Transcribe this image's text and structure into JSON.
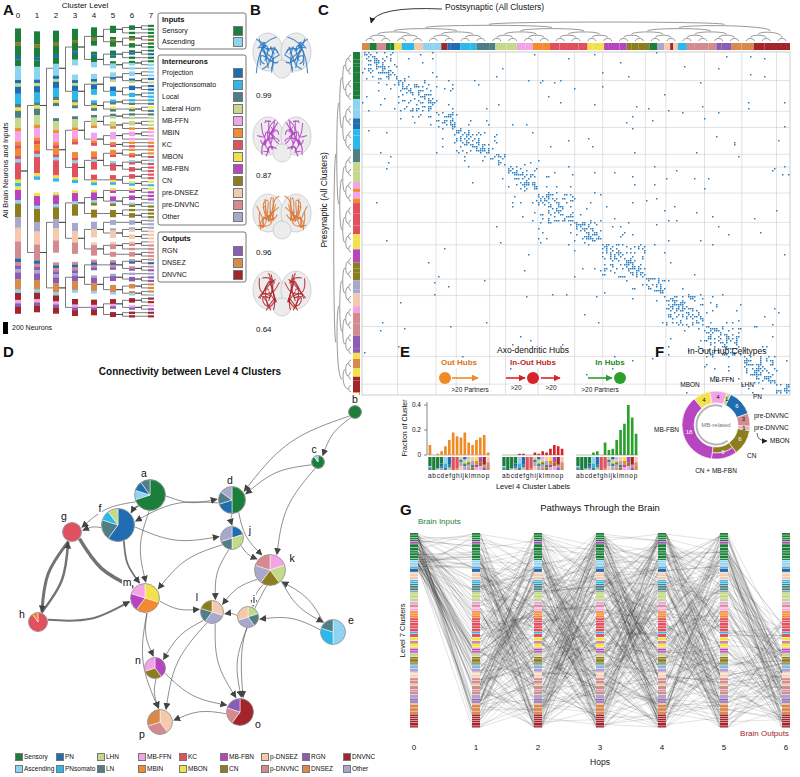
{
  "diagram": {
    "nodes": [
      {
        "text": [
          "a"
        ]
      },
      {
        "text": [
          "b"
        ]
      },
      {
        "text": [
          "c"
        ]
      },
      {
        "text": [
          "d"
        ]
      },
      {
        "text": [
          "e"
        ]
      },
      {
        "text": [
          "f"
        ]
      },
      {
        "text": [
          "g"
        ]
      },
      {
        "text": [
          "h"
        ]
      },
      {
        "text": [
          "i"
        ]
      },
      {
        "text": [
          "j"
        ]
      },
      {
        "text": [
          "k"
        ]
      },
      {
        "text": [
          "l"
        ]
      },
      {
        "text": [
          "m"
        ]
      },
      {
        "text": [
          "n"
        ]
      },
      {
        "text": [
          "o"
        ]
      },
      {
        "text": [
          "p"
        ]
      },
      {
        "text": [
          "Out Hubs",
          ">20 Partners"
        ]
      },
      {
        "text": [
          "In-Out Hubs",
          ">20",
          ">20"
        ]
      },
      {
        "text": [
          "In Hubs",
          ">20 Partners"
        ]
      }
    ],
    "edges": [
      {
        "from": 1,
        "to": 2,
        "arrow": "to"
      },
      {
        "from": 1,
        "to": 3,
        "arrow": "to"
      },
      {
        "from": 2,
        "to": 3,
        "arrow": "to"
      },
      {
        "from": 2,
        "to": 10,
        "arrow": "to"
      },
      {
        "from": 0,
        "to": 5,
        "arrow": "to"
      },
      {
        "from": 0,
        "to": 3,
        "arrow": "to"
      },
      {
        "from": 0,
        "to": 6,
        "arrow": "to"
      },
      {
        "from": 0,
        "to": 12,
        "arrow": "to"
      },
      {
        "from": 3,
        "to": 9,
        "arrow": "to"
      },
      {
        "from": 3,
        "to": 10,
        "arrow": "to"
      },
      {
        "from": 3,
        "to": 5,
        "arrow": "to"
      },
      {
        "from": 5,
        "to": 9,
        "arrow": "to"
      },
      {
        "from": 5,
        "to": 12,
        "arrow": "to"
      },
      {
        "from": 5,
        "to": 6,
        "arrow": "to"
      },
      {
        "from": 6,
        "to": 7,
        "arrow": "to"
      },
      {
        "from": 7,
        "to": 6,
        "arrow": "to"
      },
      {
        "from": 6,
        "to": 12,
        "arrow": "to"
      },
      {
        "from": 7,
        "to": 12,
        "arrow": "to"
      },
      {
        "from": 9,
        "to": 10,
        "arrow": "to"
      },
      {
        "from": 9,
        "to": 12,
        "arrow": "to"
      },
      {
        "from": 9,
        "to": 11,
        "arrow": "to"
      },
      {
        "from": 10,
        "to": 11,
        "arrow": "to"
      },
      {
        "from": 10,
        "to": 8,
        "arrow": "to"
      },
      {
        "from": 10,
        "to": 4,
        "arrow": "to"
      },
      {
        "from": 4,
        "to": 8,
        "arrow": "to"
      },
      {
        "from": 4,
        "to": 10,
        "arrow": "to"
      },
      {
        "from": 8,
        "to": 11,
        "arrow": "to"
      },
      {
        "from": 8,
        "to": 14,
        "arrow": "to"
      },
      {
        "from": 11,
        "to": 13,
        "arrow": "to"
      },
      {
        "from": 11,
        "to": 14,
        "arrow": "to"
      },
      {
        "from": 12,
        "to": 13,
        "arrow": "to"
      },
      {
        "from": 12,
        "to": 15,
        "arrow": "to"
      },
      {
        "from": 13,
        "to": 15,
        "arrow": "to"
      },
      {
        "from": 13,
        "to": 14,
        "arrow": "to"
      },
      {
        "from": 10,
        "to": 14,
        "arrow": "to"
      },
      {
        "from": 11,
        "to": 15,
        "arrow": "to"
      },
      {
        "from": 14,
        "to": 15,
        "arrow": "to"
      },
      {
        "from": 12,
        "to": 11,
        "arrow": "to"
      }
    ],
    "labels": [
      "A",
      "Cluster Level",
      "0",
      "1",
      "2",
      "3",
      "4",
      "5",
      "6",
      "7",
      "All Brain Neurons and Inputs",
      "200 Neurons",
      "Inputs",
      "Interneurons",
      "Outputs",
      "B",
      "0.99",
      "0.87",
      "0.96",
      "0.64",
      "C",
      "Postsynaptic (All Clusters)",
      "Presynaptic (All Clusters)",
      "D",
      "Connectivity between Level 4 Clusters",
      "E",
      "Axo-dendritic Hubs",
      "Fraction of Cluster",
      "0.4",
      "0.2",
      "0",
      "abcdefghijklmnop",
      "abcdefghijklmnop",
      "abcdefghijklmnop",
      "Level 4 Cluster Labels",
      "F",
      "In-Out Hub Celltypes",
      "MB-related",
      "4",
      "4",
      "1",
      "6",
      "3",
      "1",
      "6",
      "6",
      "18",
      "MBON",
      "MB-FFN",
      "LHN",
      "PN",
      "pre-DNVNC",
      "pre-DNVNC",
      "MBON",
      "CN",
      "CN + MB-FBN",
      "MB-FBN",
      "G",
      "Pathways Through the Brain",
      "Brain Inputs",
      "Level 7 Clusters",
      "Brain Outputs",
      "0",
      "1",
      "2",
      "3",
      "4",
      "5",
      "6",
      "Hops"
    ],
    "legend": [
      {
        "text": "Sensory",
        "color": "#1b7f3b"
      },
      {
        "text": "Ascending",
        "color": "#8ed3f0"
      },
      {
        "text": "Projection",
        "color": "#1f6cb0"
      },
      {
        "text": "Projectionsomato",
        "color": "#2cb8ea"
      },
      {
        "text": "Local",
        "color": "#4f7f86"
      },
      {
        "text": "Lateral Horn",
        "color": "#c5d98b"
      },
      {
        "text": "MB-FFN",
        "color": "#f5a3e8"
      },
      {
        "text": "MBIN",
        "color": "#f28b30"
      },
      {
        "text": "KC",
        "color": "#e0505e"
      },
      {
        "text": "MBON",
        "color": "#f3e14b"
      },
      {
        "text": "MB-FBN",
        "color": "#b745c0"
      },
      {
        "text": "CN",
        "color": "#8c7d1e"
      },
      {
        "text": "pre-DNSEZ",
        "color": "#f5c9ad"
      },
      {
        "text": "pre-DNVNC",
        "color": "#d48a8f"
      },
      {
        "text": "Other",
        "color": "#a8a8cc"
      },
      {
        "text": "RGN",
        "color": "#8b5cb6"
      },
      {
        "text": "DNSEZ",
        "color": "#d8894c"
      },
      {
        "text": "DNVNC",
        "color": "#a3242a"
      },
      {
        "text": "Sensory",
        "color": "#1b7f3b"
      },
      {
        "text": "PN",
        "color": "#1f6cb0"
      },
      {
        "text": "LHN",
        "color": "#c5d98b"
      },
      {
        "text": "MB-FFN",
        "color": "#f5a3e8"
      },
      {
        "text": "KC",
        "color": "#e0505e"
      },
      {
        "text": "MB-FBN",
        "color": "#b745c0"
      },
      {
        "text": "p-DNSEZ",
        "color": "#f5c9ad"
      },
      {
        "text": "RGN",
        "color": "#8b5cb6"
      },
      {
        "text": "DNVNC",
        "color": "#a3242a"
      },
      {
        "text": "Ascending",
        "color": "#8ed3f0"
      },
      {
        "text": "PNsomato",
        "color": "#2cb8ea"
      },
      {
        "text": "LN",
        "color": "#4f7f86"
      },
      {
        "text": "MBIN",
        "color": "#f28b30"
      },
      {
        "text": "MBON",
        "color": "#f3e14b"
      },
      {
        "text": "CN",
        "color": "#8c7d1e"
      },
      {
        "text": "p-DNVNC",
        "color": "#d48a8f"
      },
      {
        "text": "DNSEZ",
        "color": "#d8894c"
      },
      {
        "text": "Other",
        "color": "#a8a8cc"
      }
    ]
  }
}
